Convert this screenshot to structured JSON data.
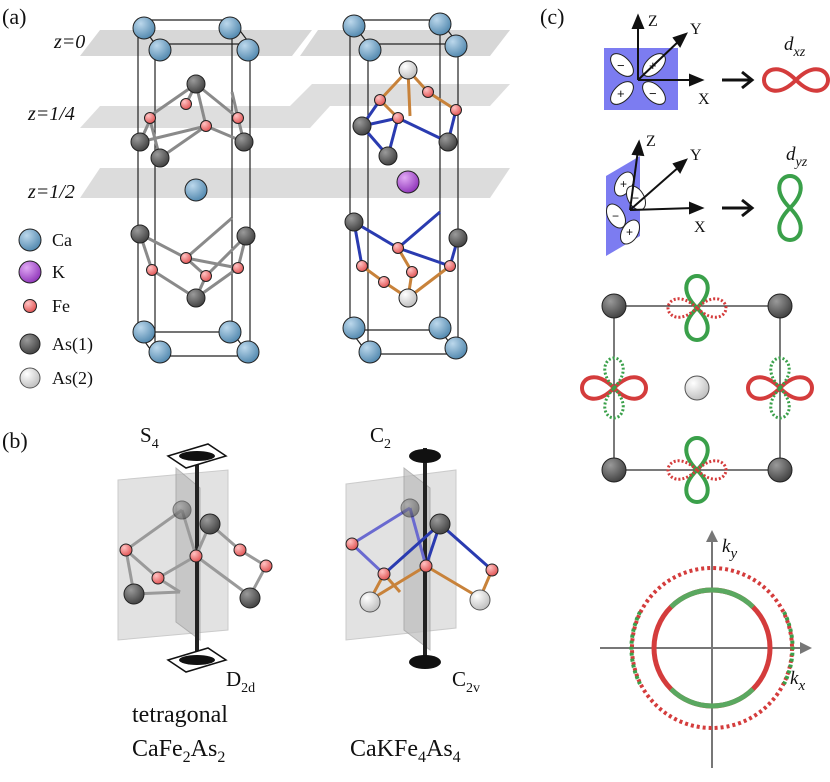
{
  "panels": {
    "a": "(a)",
    "b": "(b)",
    "c": "(c)"
  },
  "z_planes": [
    "z=0",
    "z=1/4",
    "z=1/2"
  ],
  "legend": [
    {
      "label": "Ca",
      "color": "#6a9fc4"
    },
    {
      "label": "K",
      "color": "#a64ed0"
    },
    {
      "label": "Fe",
      "color": "#f07070"
    },
    {
      "label": "As(1)",
      "color": "#5f5f5f"
    },
    {
      "label": "As(2)",
      "color": "#d8d8d8"
    }
  ],
  "symmetry": {
    "left_axis": "S",
    "left_axis_sub": "4",
    "left_group": "D",
    "left_group_sub": "2d",
    "right_axis": "C",
    "right_axis_sub": "2",
    "right_group": "C",
    "right_group_sub": "2v"
  },
  "captions": {
    "left_line1": "tetragonal",
    "left_line2_a": "CaFe",
    "left_line2_sub1": "2",
    "left_line2_b": "As",
    "left_line2_sub2": "2",
    "right_a": "CaKFe",
    "right_sub1": "4",
    "right_b": "As",
    "right_sub2": "4"
  },
  "orbitals": {
    "xz": {
      "d": "d",
      "sub": "xz",
      "color": "#d43c3c"
    },
    "yz": {
      "d": "d",
      "sub": "yz",
      "color": "#3aa04a"
    },
    "axes": {
      "x": "X",
      "y": "Y",
      "z": "Z"
    },
    "plus": "+",
    "minus": "−"
  },
  "kspace": {
    "kx": "k",
    "kx_sub": "x",
    "ky": "k",
    "ky_sub": "y"
  },
  "colors": {
    "ca": "#6a9fc4",
    "k": "#a64ed0",
    "fe": "#f07070",
    "as1": "#5f5f5f",
    "as2": "#d8d8d8",
    "bond_orange": "#c8823a",
    "bond_blue": "#2a3bb0",
    "plane": "#c8c8c8",
    "orb_box": "#6e6ef0"
  }
}
